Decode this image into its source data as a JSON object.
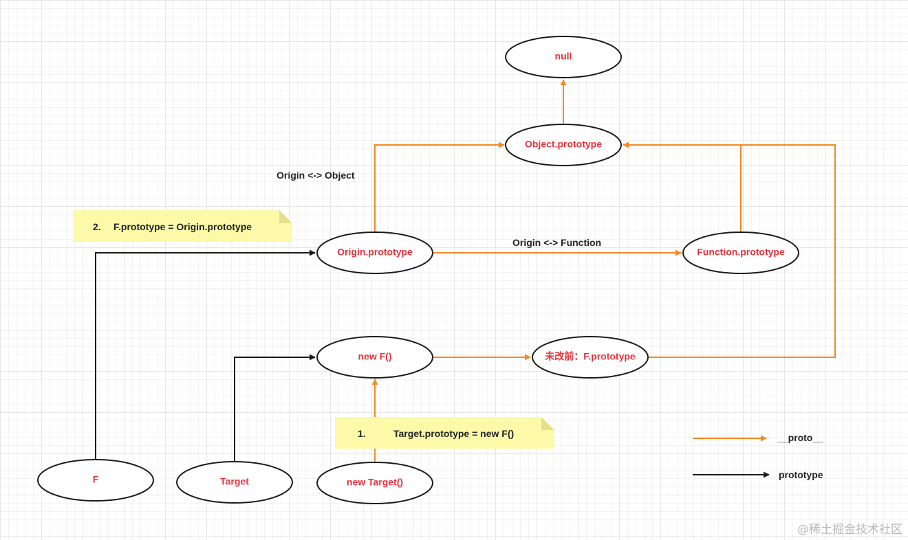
{
  "nodes": {
    "null": "null",
    "object_prototype": "Object.prototype",
    "origin_prototype": "Origin.prototype",
    "function_prototype": "Function.prototype",
    "new_f": "new F()",
    "f_prototype_before": "未改前：F.prototype",
    "f": "F",
    "target": "Target",
    "new_target": "new Target()"
  },
  "edge_labels": {
    "origin_object": "Origin <-> Object",
    "origin_function": "Origin <-> Function"
  },
  "notes": {
    "step2_number": "2.",
    "step2_text": "F.prototype = Origin.prototype",
    "step1_number": "1.",
    "step1_text": "Target.prototype = new F()"
  },
  "legend": {
    "proto_label": "__proto__",
    "prototype_label": "prototype"
  },
  "colors": {
    "proto_arrow": "#f5891f",
    "prototype_arrow": "#1a1a1a",
    "node_text": "#e8323c",
    "note_bg": "#fcf9a9"
  },
  "watermark": "@稀土掘金技术社区"
}
